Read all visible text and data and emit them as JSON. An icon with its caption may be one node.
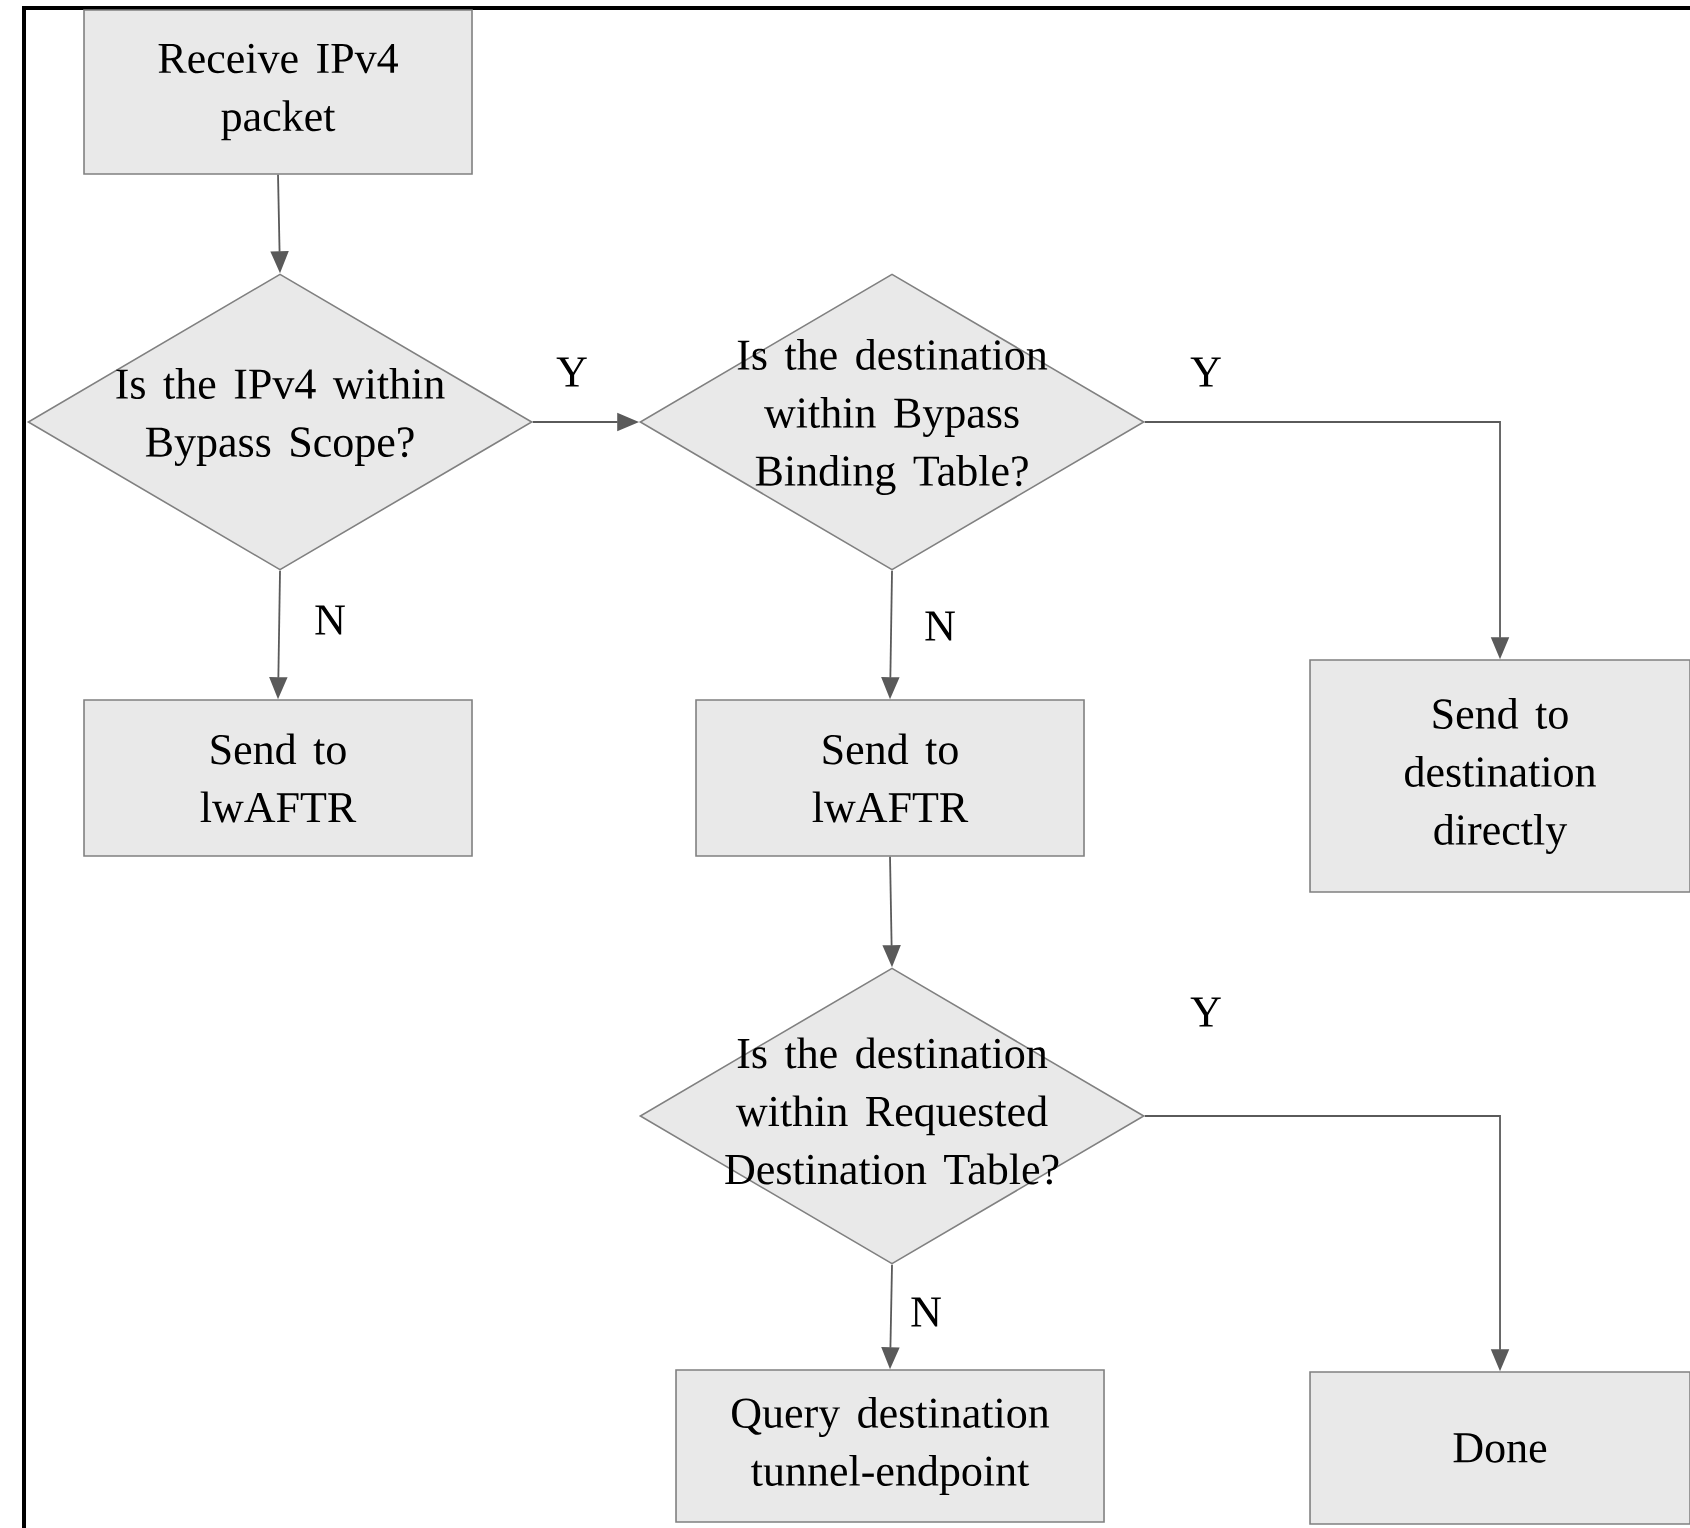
{
  "diagram": {
    "nodes": [
      {
        "text": [
          "Receive IPv4 packet"
        ]
      },
      {
        "text": [
          "Is the IPv4 within Bypass Scope?"
        ]
      },
      {
        "text": [
          "Is the destination within Bypass Binding Table?"
        ]
      },
      {
        "text": [
          "Send to lwAFTR"
        ]
      },
      {
        "text": [
          "Send to lwAFTR"
        ]
      },
      {
        "text": [
          "Send to destination directly"
        ]
      },
      {
        "text": [
          "Is the destination within Requested Destination Table?"
        ]
      },
      {
        "text": [
          "Query destination tunnel-endpoint"
        ]
      },
      {
        "text": [
          "Done"
        ]
      }
    ],
    "edges": [
      {
        "from": 0,
        "to": 1,
        "arrow": "to"
      },
      {
        "from": 1,
        "to": 2,
        "arrow": "to",
        "label": "Y"
      },
      {
        "from": 1,
        "to": 3,
        "arrow": "to",
        "label": "N"
      },
      {
        "from": 2,
        "to": 5,
        "arrow": "to",
        "label": "Y"
      },
      {
        "from": 2,
        "to": 4,
        "arrow": "to",
        "label": "N"
      },
      {
        "from": 4,
        "to": 6,
        "arrow": "to"
      },
      {
        "from": 6,
        "to": 8,
        "arrow": "to",
        "label": "Y"
      },
      {
        "from": 6,
        "to": 7,
        "arrow": "to",
        "label": "N"
      }
    ]
  }
}
